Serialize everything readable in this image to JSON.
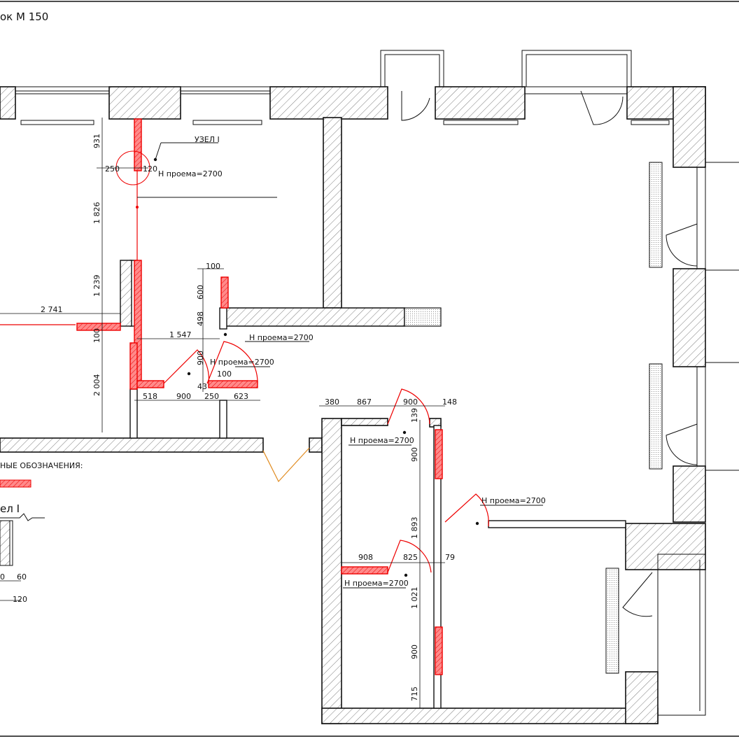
{
  "sheet": {
    "title": "ок М 150",
    "legend_heading": "НЫЕ ОБОЗНАЧЕНИЯ:",
    "node_label": "ел I",
    "node_dims": [
      "60",
      "120",
      "0"
    ]
  },
  "annotations": {
    "node_callout": "УЗЕЛ I",
    "openings": [
      "Н проема=2700",
      "Н проема=2700",
      "Н проема=2700",
      "Н проема=2700",
      "Н проема=2700",
      "Н проема=2700"
    ]
  },
  "dimensions": {
    "d931": "931",
    "d250a": "250",
    "d120": "120",
    "d1826": "1 826",
    "d1239": "1 239",
    "d2741": "2 741",
    "d100a": "100",
    "d2004": "2 004",
    "d100b": "100",
    "d600": "600",
    "d498": "498",
    "d1547": "1 547",
    "d900a": "900",
    "d43": "43",
    "d100c": "100",
    "d518": "518",
    "d900b": "900",
    "d250b": "250",
    "d623": "623",
    "d380": "380",
    "d867": "867",
    "d900c": "900",
    "d148": "148",
    "d139": "139",
    "d900d": "900",
    "d1893": "1 893",
    "d908": "908",
    "d825": "825",
    "d79": "79",
    "d1021": "1 021",
    "d900e": "900",
    "d715": "715"
  },
  "colors": {
    "wall_stroke": "#111111",
    "new_partition": "#e00000",
    "door_swing_orange": "#e08a1e"
  }
}
